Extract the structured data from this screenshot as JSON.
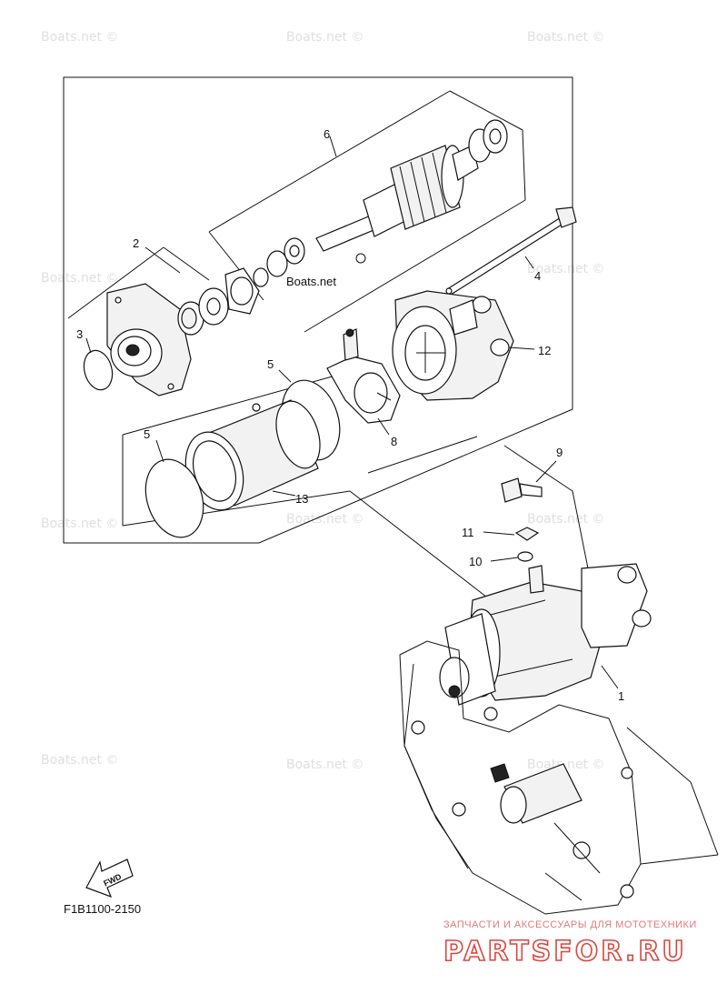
{
  "watermark": "Boats.net ©",
  "inline_watermark": "Boats.net",
  "callouts": {
    "p1": "1",
    "p2": "2",
    "p3": "3",
    "p4": "4",
    "p5a": "5",
    "p5b": "5",
    "p6": "6",
    "p8": "8",
    "p9": "9",
    "p10": "10",
    "p11": "11",
    "p12": "12",
    "p13": "13"
  },
  "fwd_label": "FWD",
  "diagram_code": "F1B1100-2150",
  "shop": {
    "tagline": "ЗАПЧАСТИ И АКСЕССУАРЫ ДЛЯ МОТОТЕХНИКИ",
    "logo_text": "PARTSFOR.RU"
  },
  "colors": {
    "line": "#111111",
    "watermark": "#e0e0e0",
    "shop_accent": "#d9473f"
  }
}
